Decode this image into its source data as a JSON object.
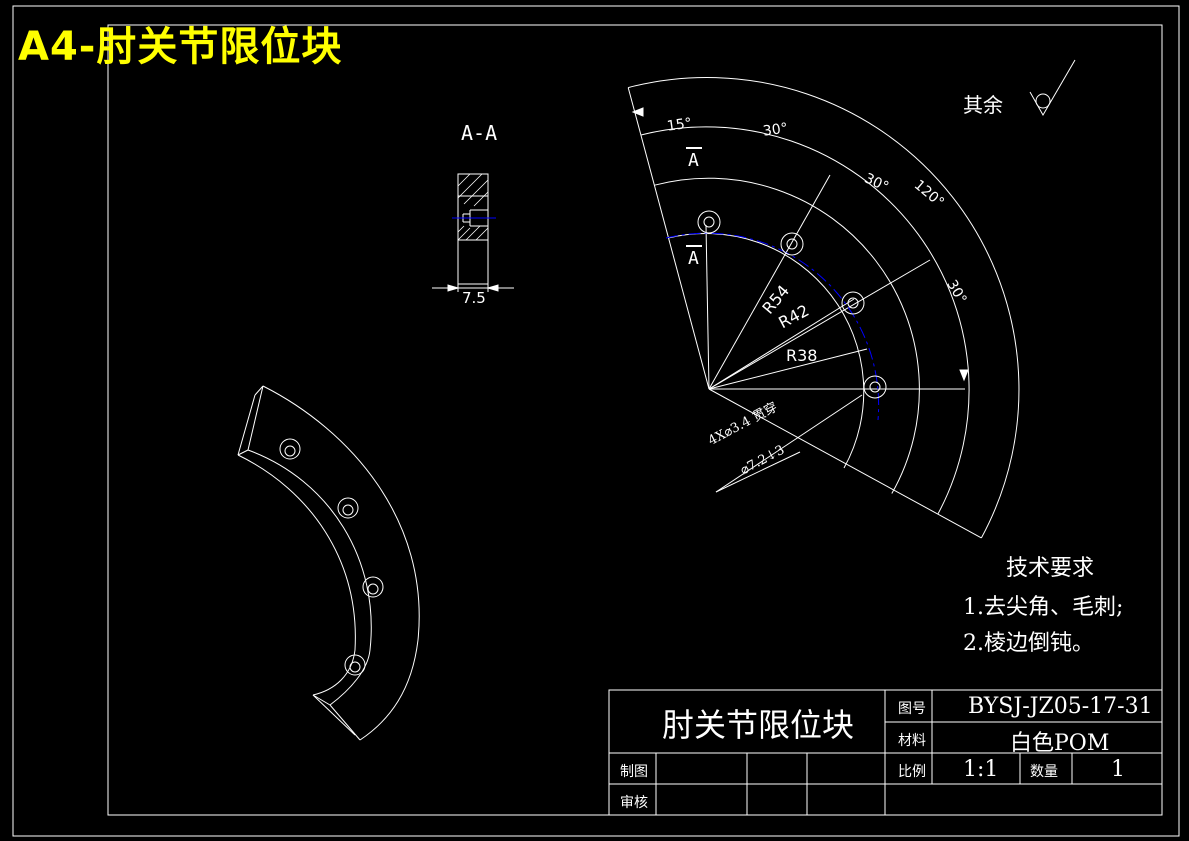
{
  "sheet": {
    "corner_title": "A4-肘关节限位块"
  },
  "roughness": {
    "label": "其余"
  },
  "section_view": {
    "label": "A-A",
    "thickness_dim": "7.5"
  },
  "main_view": {
    "angles": [
      "15°",
      "30°",
      "30°",
      "120°",
      "30°"
    ],
    "radii": [
      "R54",
      "R42",
      "R38"
    ],
    "section_marks": [
      "A",
      "A"
    ],
    "hole_note_line1": "4X⌀3.4 贯穿",
    "hole_note_line2": "⌀7.2↓3"
  },
  "tech_requirements": {
    "title": "技术要求",
    "items": [
      "1.去尖角、毛刺;",
      "2.棱边倒钝。"
    ]
  },
  "title_block": {
    "part_name": "肘关节限位块",
    "drawing_no_label": "图号",
    "drawing_no": "BYSJ-JZ05-17-31",
    "material_label": "材料",
    "material": "白色POM",
    "scale_label": "比例",
    "scale": "1:1",
    "qty_label": "数量",
    "qty": "1",
    "drawn_label": "制图",
    "checked_label": "审核"
  },
  "colors": {
    "background": "#000000",
    "line": "#ffffff",
    "title": "#ffff00",
    "centerline": "#0000ff"
  }
}
